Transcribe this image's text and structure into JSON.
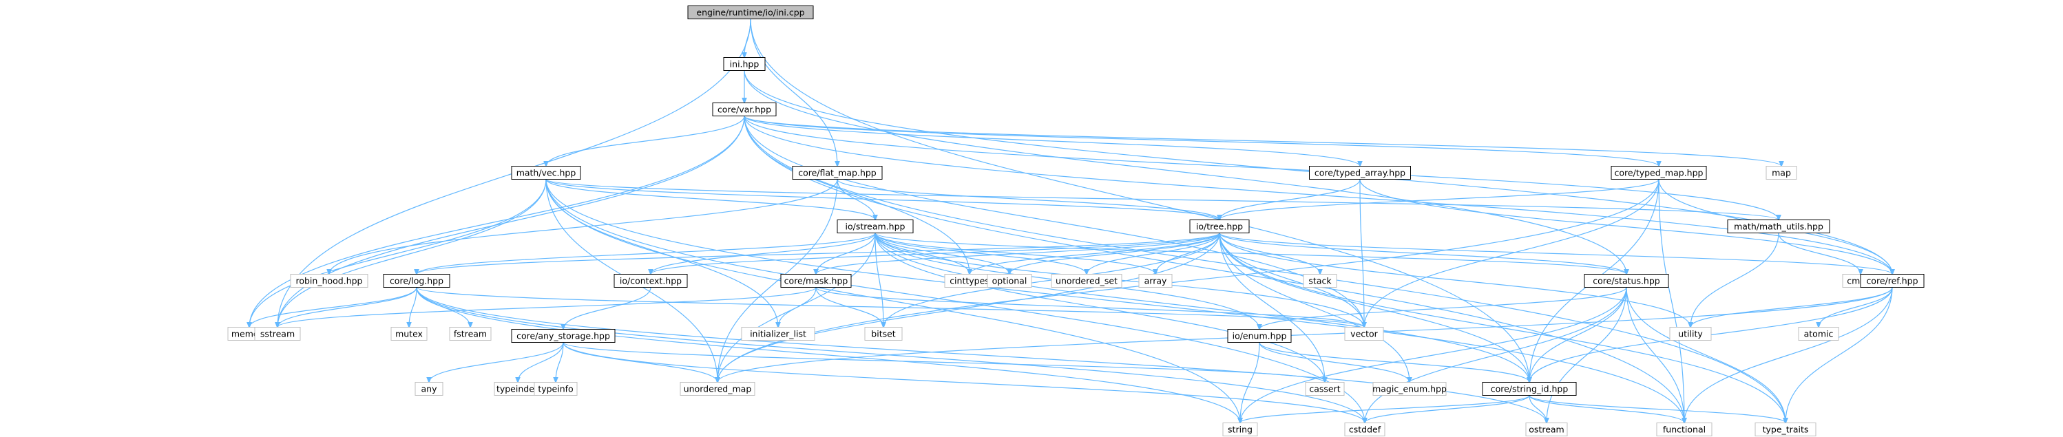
{
  "nodes": {
    "ini_cpp": {
      "label": "engine/runtime/io/ini.cpp",
      "kind": "main"
    },
    "ini_hpp": {
      "label": "ini.hpp",
      "kind": "local"
    },
    "var_hpp": {
      "label": "core/var.hpp",
      "kind": "local"
    },
    "vec_hpp": {
      "label": "math/vec.hpp",
      "kind": "local"
    },
    "flat_map_hpp": {
      "label": "core/flat_map.hpp",
      "kind": "local"
    },
    "typed_array_hpp": {
      "label": "core/typed_array.hpp",
      "kind": "local"
    },
    "typed_map_hpp": {
      "label": "core/typed_map.hpp",
      "kind": "local"
    },
    "map": {
      "label": "map",
      "kind": "ext"
    },
    "stream_hpp": {
      "label": "io/stream.hpp",
      "kind": "local"
    },
    "tree_hpp": {
      "label": "io/tree.hpp",
      "kind": "local"
    },
    "math_utils_hpp": {
      "label": "math/math_utils.hpp",
      "kind": "local"
    },
    "robin_hood_hpp": {
      "label": "robin_hood.hpp",
      "kind": "ext"
    },
    "log_hpp": {
      "label": "core/log.hpp",
      "kind": "local"
    },
    "context_hpp": {
      "label": "io/context.hpp",
      "kind": "local"
    },
    "mask_hpp": {
      "label": "core/mask.hpp",
      "kind": "local"
    },
    "cinttypes": {
      "label": "cinttypes",
      "kind": "ext"
    },
    "optional": {
      "label": "optional",
      "kind": "ext"
    },
    "unordered_set": {
      "label": "unordered_set",
      "kind": "ext"
    },
    "array": {
      "label": "array",
      "kind": "ext"
    },
    "stack": {
      "label": "stack",
      "kind": "ext"
    },
    "status_hpp": {
      "label": "core/status.hpp",
      "kind": "local"
    },
    "cmath": {
      "label": "cmath",
      "kind": "ext"
    },
    "ref_hpp": {
      "label": "core/ref.hpp",
      "kind": "local"
    },
    "memory": {
      "label": "memory",
      "kind": "ext"
    },
    "sstream": {
      "label": "sstream",
      "kind": "ext"
    },
    "mutex": {
      "label": "mutex",
      "kind": "ext"
    },
    "fstream": {
      "label": "fstream",
      "kind": "ext"
    },
    "initializer_list": {
      "label": "initializer_list",
      "kind": "ext"
    },
    "bitset": {
      "label": "bitset",
      "kind": "ext"
    },
    "vector": {
      "label": "vector",
      "kind": "ext"
    },
    "utility": {
      "label": "utility",
      "kind": "ext"
    },
    "atomic": {
      "label": "atomic",
      "kind": "ext"
    },
    "any_storage_hpp": {
      "label": "core/any_storage.hpp",
      "kind": "local"
    },
    "enum_hpp": {
      "label": "io/enum.hpp",
      "kind": "local"
    },
    "any": {
      "label": "any",
      "kind": "ext"
    },
    "typeindex": {
      "label": "typeindex",
      "kind": "ext"
    },
    "typeinfo": {
      "label": "typeinfo",
      "kind": "ext"
    },
    "unordered_map": {
      "label": "unordered_map",
      "kind": "ext"
    },
    "cassert": {
      "label": "cassert",
      "kind": "ext"
    },
    "magic_enum_hpp": {
      "label": "magic_enum.hpp",
      "kind": "ext"
    },
    "string_id_hpp": {
      "label": "core/string_id.hpp",
      "kind": "local"
    },
    "string": {
      "label": "string",
      "kind": "ext"
    },
    "cstddef": {
      "label": "cstddef",
      "kind": "ext"
    },
    "ostream": {
      "label": "ostream",
      "kind": "ext"
    },
    "functional": {
      "label": "functional",
      "kind": "ext"
    },
    "type_traits": {
      "label": "type_traits",
      "kind": "ext"
    }
  },
  "edges": [
    [
      "ini_cpp",
      "ini_hpp"
    ],
    [
      "ini_cpp",
      "sstream"
    ],
    [
      "ini_cpp",
      "flat_map_hpp"
    ],
    [
      "ini_cpp",
      "string_id_hpp"
    ],
    [
      "ini_hpp",
      "var_hpp"
    ],
    [
      "ini_hpp",
      "status_hpp"
    ],
    [
      "ini_hpp",
      "ref_hpp"
    ],
    [
      "var_hpp",
      "vec_hpp"
    ],
    [
      "var_hpp",
      "typed_array_hpp"
    ],
    [
      "var_hpp",
      "typed_map_hpp"
    ],
    [
      "var_hpp",
      "map"
    ],
    [
      "var_hpp",
      "memory"
    ],
    [
      "var_hpp",
      "math_utils_hpp"
    ],
    [
      "var_hpp",
      "ref_hpp"
    ],
    [
      "var_hpp",
      "cinttypes"
    ],
    [
      "var_hpp",
      "vector"
    ],
    [
      "var_hpp",
      "sstream"
    ],
    [
      "var_hpp",
      "type_traits"
    ],
    [
      "var_hpp",
      "functional"
    ],
    [
      "vec_hpp",
      "stream_hpp"
    ],
    [
      "vec_hpp",
      "tree_hpp"
    ],
    [
      "vec_hpp",
      "math_utils_hpp"
    ],
    [
      "vec_hpp",
      "sstream"
    ],
    [
      "vec_hpp",
      "initializer_list"
    ],
    [
      "vec_hpp",
      "string"
    ],
    [
      "vec_hpp",
      "cstddef"
    ],
    [
      "vec_hpp",
      "unordered_map"
    ],
    [
      "vec_hpp",
      "functional"
    ],
    [
      "vec_hpp",
      "memory"
    ],
    [
      "flat_map_hpp",
      "stream_hpp"
    ],
    [
      "flat_map_hpp",
      "tree_hpp"
    ],
    [
      "flat_map_hpp",
      "robin_hood_hpp"
    ],
    [
      "flat_map_hpp",
      "unordered_map"
    ],
    [
      "typed_array_hpp",
      "tree_hpp"
    ],
    [
      "typed_array_hpp",
      "vector"
    ],
    [
      "typed_array_hpp",
      "ref_hpp"
    ],
    [
      "typed_map_hpp",
      "tree_hpp"
    ],
    [
      "typed_map_hpp",
      "ref_hpp"
    ],
    [
      "typed_map_hpp",
      "vector"
    ],
    [
      "typed_map_hpp",
      "unordered_map"
    ],
    [
      "typed_map_hpp",
      "string_id_hpp"
    ],
    [
      "typed_map_hpp",
      "functional"
    ],
    [
      "stream_hpp",
      "log_hpp"
    ],
    [
      "stream_hpp",
      "context_hpp"
    ],
    [
      "stream_hpp",
      "mask_hpp"
    ],
    [
      "stream_hpp",
      "cinttypes"
    ],
    [
      "stream_hpp",
      "optional"
    ],
    [
      "stream_hpp",
      "unordered_set"
    ],
    [
      "stream_hpp",
      "array"
    ],
    [
      "stream_hpp",
      "status_hpp"
    ],
    [
      "stream_hpp",
      "vector"
    ],
    [
      "stream_hpp",
      "bitset"
    ],
    [
      "stream_hpp",
      "enum_hpp"
    ],
    [
      "stream_hpp",
      "unordered_map"
    ],
    [
      "stream_hpp",
      "cassert"
    ],
    [
      "stream_hpp",
      "string_id_hpp"
    ],
    [
      "tree_hpp",
      "log_hpp"
    ],
    [
      "tree_hpp",
      "context_hpp"
    ],
    [
      "tree_hpp",
      "mask_hpp"
    ],
    [
      "tree_hpp",
      "cinttypes"
    ],
    [
      "tree_hpp",
      "optional"
    ],
    [
      "tree_hpp",
      "unordered_set"
    ],
    [
      "tree_hpp",
      "array"
    ],
    [
      "tree_hpp",
      "stack"
    ],
    [
      "tree_hpp",
      "status_hpp"
    ],
    [
      "tree_hpp",
      "ref_hpp"
    ],
    [
      "tree_hpp",
      "vector"
    ],
    [
      "tree_hpp",
      "utility"
    ],
    [
      "tree_hpp",
      "bitset"
    ],
    [
      "tree_hpp",
      "unordered_map"
    ],
    [
      "tree_hpp",
      "cassert"
    ],
    [
      "tree_hpp",
      "magic_enum_hpp"
    ],
    [
      "tree_hpp",
      "string_id_hpp"
    ],
    [
      "tree_hpp",
      "type_traits"
    ],
    [
      "math_utils_hpp",
      "cmath"
    ],
    [
      "math_utils_hpp",
      "utility"
    ],
    [
      "log_hpp",
      "memory"
    ],
    [
      "log_hpp",
      "sstream"
    ],
    [
      "log_hpp",
      "mutex"
    ],
    [
      "log_hpp",
      "fstream"
    ],
    [
      "log_hpp",
      "string"
    ],
    [
      "log_hpp",
      "cstddef"
    ],
    [
      "log_hpp",
      "ostream"
    ],
    [
      "log_hpp",
      "vector"
    ],
    [
      "context_hpp",
      "any_storage_hpp"
    ],
    [
      "mask_hpp",
      "initializer_list"
    ],
    [
      "mask_hpp",
      "bitset"
    ],
    [
      "mask_hpp",
      "vector"
    ],
    [
      "mask_hpp",
      "sstream"
    ],
    [
      "status_hpp",
      "enum_hpp"
    ],
    [
      "status_hpp",
      "string_id_hpp"
    ],
    [
      "status_hpp",
      "string"
    ],
    [
      "status_hpp",
      "cstddef"
    ],
    [
      "status_hpp",
      "ostream"
    ],
    [
      "status_hpp",
      "functional"
    ],
    [
      "status_hpp",
      "type_traits"
    ],
    [
      "ref_hpp",
      "utility"
    ],
    [
      "ref_hpp",
      "atomic"
    ],
    [
      "ref_hpp",
      "functional"
    ],
    [
      "ref_hpp",
      "type_traits"
    ],
    [
      "ref_hpp",
      "unordered_map"
    ],
    [
      "ref_hpp",
      "string_id_hpp"
    ],
    [
      "any_storage_hpp",
      "any"
    ],
    [
      "any_storage_hpp",
      "typeindex"
    ],
    [
      "any_storage_hpp",
      "typeinfo"
    ],
    [
      "any_storage_hpp",
      "unordered_map"
    ],
    [
      "any_storage_hpp",
      "cassert"
    ],
    [
      "any_storage_hpp",
      "cstddef"
    ],
    [
      "enum_hpp",
      "magic_enum_hpp"
    ],
    [
      "enum_hpp",
      "string_id_hpp"
    ],
    [
      "enum_hpp",
      "string"
    ],
    [
      "string_id_hpp",
      "string"
    ],
    [
      "string_id_hpp",
      "cstddef"
    ],
    [
      "string_id_hpp",
      "ostream"
    ],
    [
      "string_id_hpp",
      "functional"
    ],
    [
      "string_id_hpp",
      "type_traits"
    ]
  ]
}
